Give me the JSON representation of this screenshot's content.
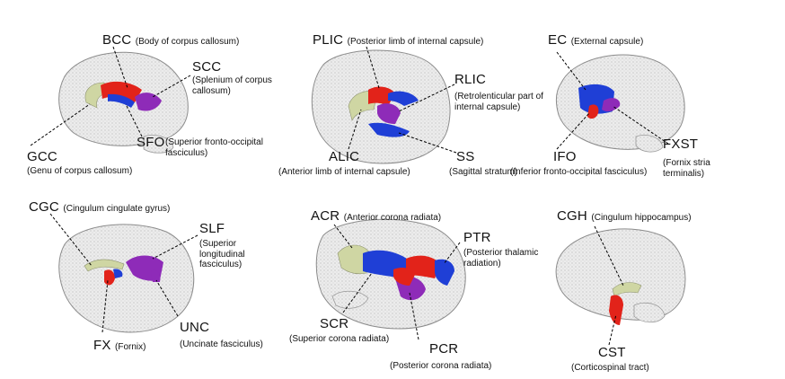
{
  "colors": {
    "brain_outline": "#8a8a8a",
    "brain_fill": "#e9e9e9",
    "red": "#e2231a",
    "blue": "#1f3fd6",
    "purple": "#8e2bb8",
    "beige": "#cfd6a3",
    "leader": "#000000"
  },
  "panels": [
    {
      "view": "lateral-left",
      "labels": [
        {
          "abbr": "BCC",
          "full": "(Body of corpus callosum)"
        },
        {
          "abbr": "SCC",
          "full": "(Splenium of corpus callosum)"
        },
        {
          "abbr": "SFO",
          "full": "(Superior fronto-occipital fasciculus)"
        },
        {
          "abbr": "GCC",
          "full": "(Genu of corpus callosum)"
        }
      ]
    },
    {
      "view": "oblique",
      "labels": [
        {
          "abbr": "PLIC",
          "full": "(Posterior limb of internal capsule)"
        },
        {
          "abbr": "RLIC",
          "full": "(Retrolenticular part of internal capsule)"
        },
        {
          "abbr": "ALIC",
          "full": "(Anterior limb of internal capsule)"
        },
        {
          "abbr": "SS",
          "full": "(Sagittal stratum)"
        }
      ]
    },
    {
      "view": "lateral",
      "labels": [
        {
          "abbr": "EC",
          "full": "(External capsule)"
        },
        {
          "abbr": "IFO",
          "full": "(Inferior fronto-occipital fasciculus)"
        },
        {
          "abbr": "FXST",
          "full": "(Fornix stria terminalis)"
        }
      ]
    },
    {
      "view": "oblique-front",
      "labels": [
        {
          "abbr": "CGC",
          "full": "(Cingulum cingulate gyrus)"
        },
        {
          "abbr": "SLF",
          "full": "(Superior longitudinal fasciculus)"
        },
        {
          "abbr": "FX",
          "full": "(Fornix)"
        },
        {
          "abbr": "UNC",
          "full": "(Uncinate fasciculus)"
        }
      ]
    },
    {
      "view": "oblique",
      "labels": [
        {
          "abbr": "ACR",
          "full": "(Anterior corona radiata)"
        },
        {
          "abbr": "PTR",
          "full": "(Posterior thalamic radiation)"
        },
        {
          "abbr": "SCR",
          "full": "(Superior corona radiata)"
        },
        {
          "abbr": "PCR",
          "full": "(Posterior corona radiata)"
        }
      ]
    },
    {
      "view": "lateral",
      "labels": [
        {
          "abbr": "CGH",
          "full": "(Cingulum hippocampus)"
        },
        {
          "abbr": "CST",
          "full": "(Corticospinal tract)"
        }
      ]
    }
  ]
}
